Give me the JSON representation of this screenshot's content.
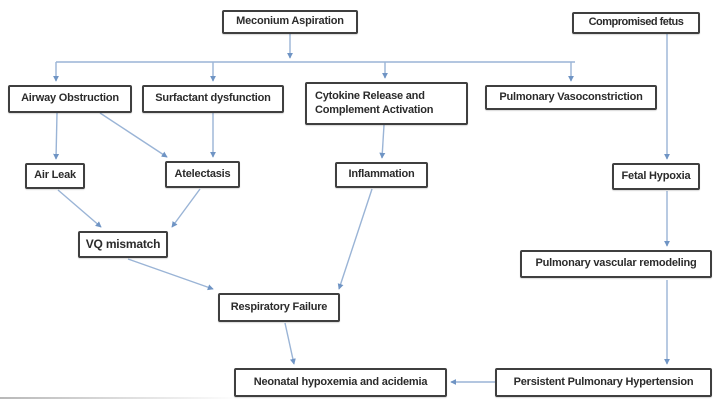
{
  "diagram_title": "Meconium Aspiration pathophysiology flowchart",
  "colors": {
    "connector": "#9ab4d6",
    "arrowhead": "#6f94c4",
    "box_border": "#3f3f3f",
    "text": "#2b2b2b",
    "background": "#ffffff"
  },
  "nodes": {
    "meconium": {
      "label": "Meconium Aspiration"
    },
    "compromised": {
      "label": "Compromised fetus"
    },
    "airway": {
      "label": "Airway Obstruction"
    },
    "surfactant": {
      "label": "Surfactant dysfunction"
    },
    "cytokine": {
      "label": "Cytokine Release and Complement Activation"
    },
    "vasoconstriction": {
      "label": "Pulmonary Vasoconstriction"
    },
    "airleak": {
      "label": "Air Leak"
    },
    "atelectasis": {
      "label": "Atelectasis"
    },
    "inflammation": {
      "label": "Inflammation"
    },
    "fetalhypoxia": {
      "label": "Fetal Hypoxia"
    },
    "vq": {
      "label": "VQ mismatch"
    },
    "remodeling": {
      "label": "Pulmonary vascular remodeling"
    },
    "respfailure": {
      "label": "Respiratory Failure"
    },
    "neonatal": {
      "label": "Neonatal hypoxemia and acidemia"
    },
    "pphn": {
      "label": "Persistent Pulmonary Hypertension"
    }
  },
  "edges": [
    {
      "from": "Meconium Aspiration",
      "to": "Airway Obstruction"
    },
    {
      "from": "Meconium Aspiration",
      "to": "Surfactant dysfunction"
    },
    {
      "from": "Meconium Aspiration",
      "to": "Cytokine Release and Complement Activation"
    },
    {
      "from": "Meconium Aspiration",
      "to": "Pulmonary Vasoconstriction"
    },
    {
      "from": "Airway Obstruction",
      "to": "Air Leak"
    },
    {
      "from": "Airway Obstruction",
      "to": "Atelectasis"
    },
    {
      "from": "Surfactant dysfunction",
      "to": "Atelectasis"
    },
    {
      "from": "Cytokine Release and Complement Activation",
      "to": "Inflammation"
    },
    {
      "from": "Air Leak",
      "to": "VQ mismatch"
    },
    {
      "from": "Atelectasis",
      "to": "VQ mismatch"
    },
    {
      "from": "VQ mismatch",
      "to": "Respiratory Failure"
    },
    {
      "from": "Inflammation",
      "to": "Respiratory Failure"
    },
    {
      "from": "Respiratory Failure",
      "to": "Neonatal hypoxemia and acidemia"
    },
    {
      "from": "Compromised fetus",
      "to": "Fetal Hypoxia"
    },
    {
      "from": "Fetal Hypoxia",
      "to": "Pulmonary vascular remodeling"
    },
    {
      "from": "Pulmonary vascular remodeling",
      "to": "Persistent Pulmonary Hypertension"
    },
    {
      "from": "Persistent Pulmonary Hypertension",
      "to": "Neonatal hypoxemia and acidemia"
    }
  ]
}
